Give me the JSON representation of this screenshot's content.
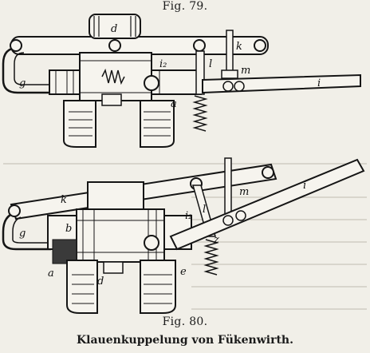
{
  "captions": {
    "fig79": "Fig. 79.",
    "fig80": "Fig. 80.",
    "title": "Klauenkuppelung von Fükenwirth."
  },
  "fig79_labels": {
    "d": "d",
    "k": "k",
    "i2": "i₂",
    "g": "g",
    "l": "l",
    "m": "m",
    "i": "i",
    "a": "a"
  },
  "fig80_labels": {
    "k": "k",
    "i2": "i₂",
    "m": "m",
    "l": "l",
    "g": "g",
    "b": "b",
    "a": "a",
    "d": "d",
    "e": "e",
    "i": "i",
    "z": "z"
  },
  "colors": {
    "paper": "#f1efe8",
    "ink": "#151515"
  }
}
